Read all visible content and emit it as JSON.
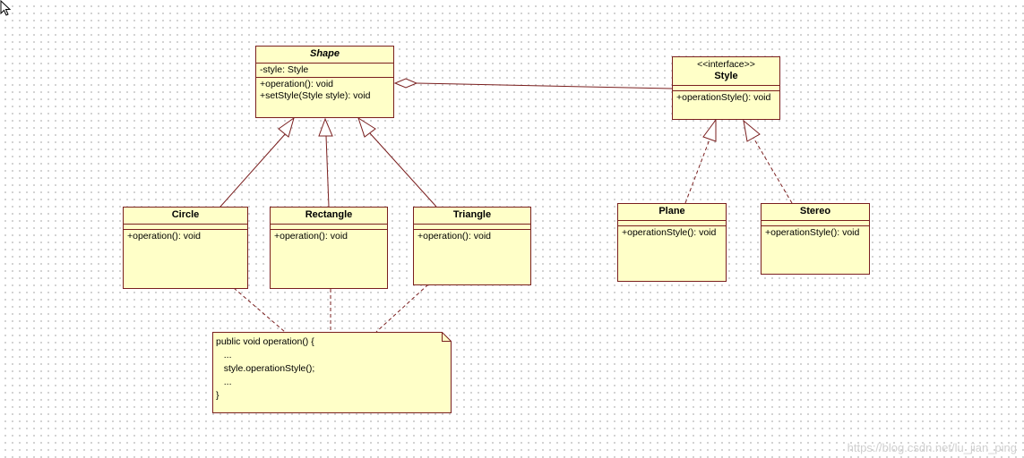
{
  "classes": {
    "shape": {
      "name": "Shape",
      "attributes": [
        "-style: Style"
      ],
      "operations": [
        "+operation(): void",
        "+setStyle(Style style): void"
      ]
    },
    "style": {
      "stereotype": "<<interface>>",
      "name": "Style",
      "operations": [
        "+operationStyle(): void"
      ]
    },
    "circle": {
      "name": "Circle",
      "operations": [
        "+operation(): void"
      ]
    },
    "rectangle": {
      "name": "Rectangle",
      "operations": [
        "+operation(): void"
      ]
    },
    "triangle": {
      "name": "Triangle",
      "operations": [
        "+operation(): void"
      ]
    },
    "plane": {
      "name": "Plane",
      "operations": [
        "+operationStyle(): void"
      ]
    },
    "stereo": {
      "name": "Stereo",
      "operations": [
        "+operationStyle(): void"
      ]
    }
  },
  "note": {
    "text": "public void operation() {\n   ...\n   style.operationStyle();\n   ...\n}"
  },
  "relationships": [
    {
      "type": "aggregation",
      "whole": "Shape",
      "part": "Style"
    },
    {
      "type": "generalization",
      "child": "Circle",
      "parent": "Shape"
    },
    {
      "type": "generalization",
      "child": "Rectangle",
      "parent": "Shape"
    },
    {
      "type": "generalization",
      "child": "Triangle",
      "parent": "Shape"
    },
    {
      "type": "realization",
      "implementer": "Plane",
      "interface": "Style"
    },
    {
      "type": "realization",
      "implementer": "Stereo",
      "interface": "Style"
    },
    {
      "type": "note-attachment",
      "from": "Circle"
    },
    {
      "type": "note-attachment",
      "from": "Rectangle"
    },
    {
      "type": "note-attachment",
      "from": "Triangle"
    }
  ],
  "colors": {
    "box_fill": "#ffffc8",
    "box_border": "#7a1f1f",
    "line": "#7a1f1f"
  },
  "watermark": "https://blog.csdn.net/lu_jian_ping"
}
